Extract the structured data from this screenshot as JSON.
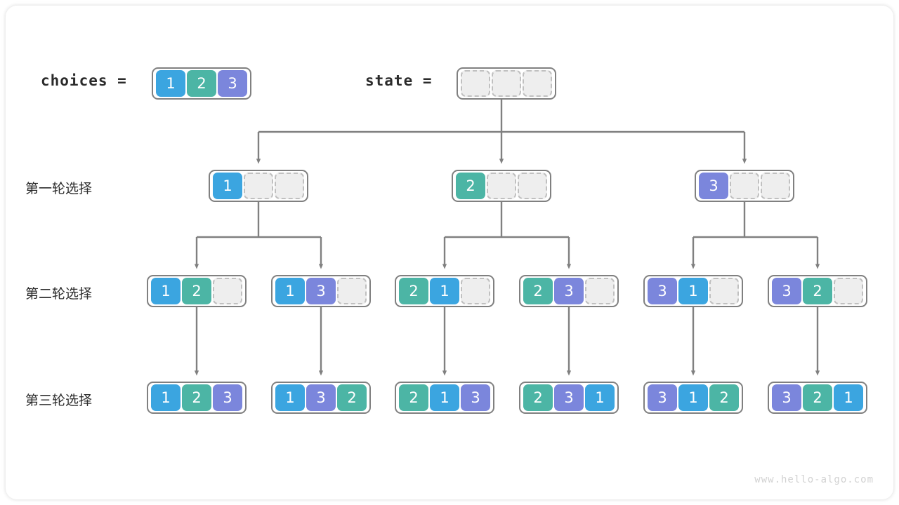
{
  "page": {
    "watermark": "www.hello-algo.com",
    "background": "#ffffff",
    "card_radius": "16px"
  },
  "colors": {
    "blue": "#3ba5e0",
    "green": "#4cb5a5",
    "purple": "#7b86dc",
    "empty_fill": "#eeeeee",
    "empty_border": "#c0c0c0",
    "container_border": "#808080",
    "edge": "#808080",
    "text": "#2b2b2b",
    "watermark": "#d2d2d2"
  },
  "header": {
    "choices_label": "choices =",
    "choices_values": [
      "1",
      "2",
      "3"
    ],
    "state_label": "state =",
    "state_values": [
      "",
      "",
      ""
    ]
  },
  "rows": [
    {
      "label": "第一轮选择",
      "nodes": [
        {
          "values": [
            "1",
            "",
            ""
          ]
        },
        {
          "values": [
            "2",
            "",
            ""
          ]
        },
        {
          "values": [
            "3",
            "",
            ""
          ]
        }
      ]
    },
    {
      "label": "第二轮选择",
      "nodes": [
        {
          "values": [
            "1",
            "2",
            ""
          ]
        },
        {
          "values": [
            "1",
            "3",
            ""
          ]
        },
        {
          "values": [
            "2",
            "1",
            ""
          ]
        },
        {
          "values": [
            "2",
            "3",
            ""
          ]
        },
        {
          "values": [
            "3",
            "1",
            ""
          ]
        },
        {
          "values": [
            "3",
            "2",
            ""
          ]
        }
      ]
    },
    {
      "label": "第三轮选择",
      "nodes": [
        {
          "values": [
            "1",
            "2",
            "3"
          ]
        },
        {
          "values": [
            "1",
            "3",
            "2"
          ]
        },
        {
          "values": [
            "2",
            "1",
            "3"
          ]
        },
        {
          "values": [
            "2",
            "3",
            "1"
          ]
        },
        {
          "values": [
            "3",
            "1",
            "2"
          ]
        },
        {
          "values": [
            "3",
            "2",
            "1"
          ]
        }
      ]
    }
  ]
}
